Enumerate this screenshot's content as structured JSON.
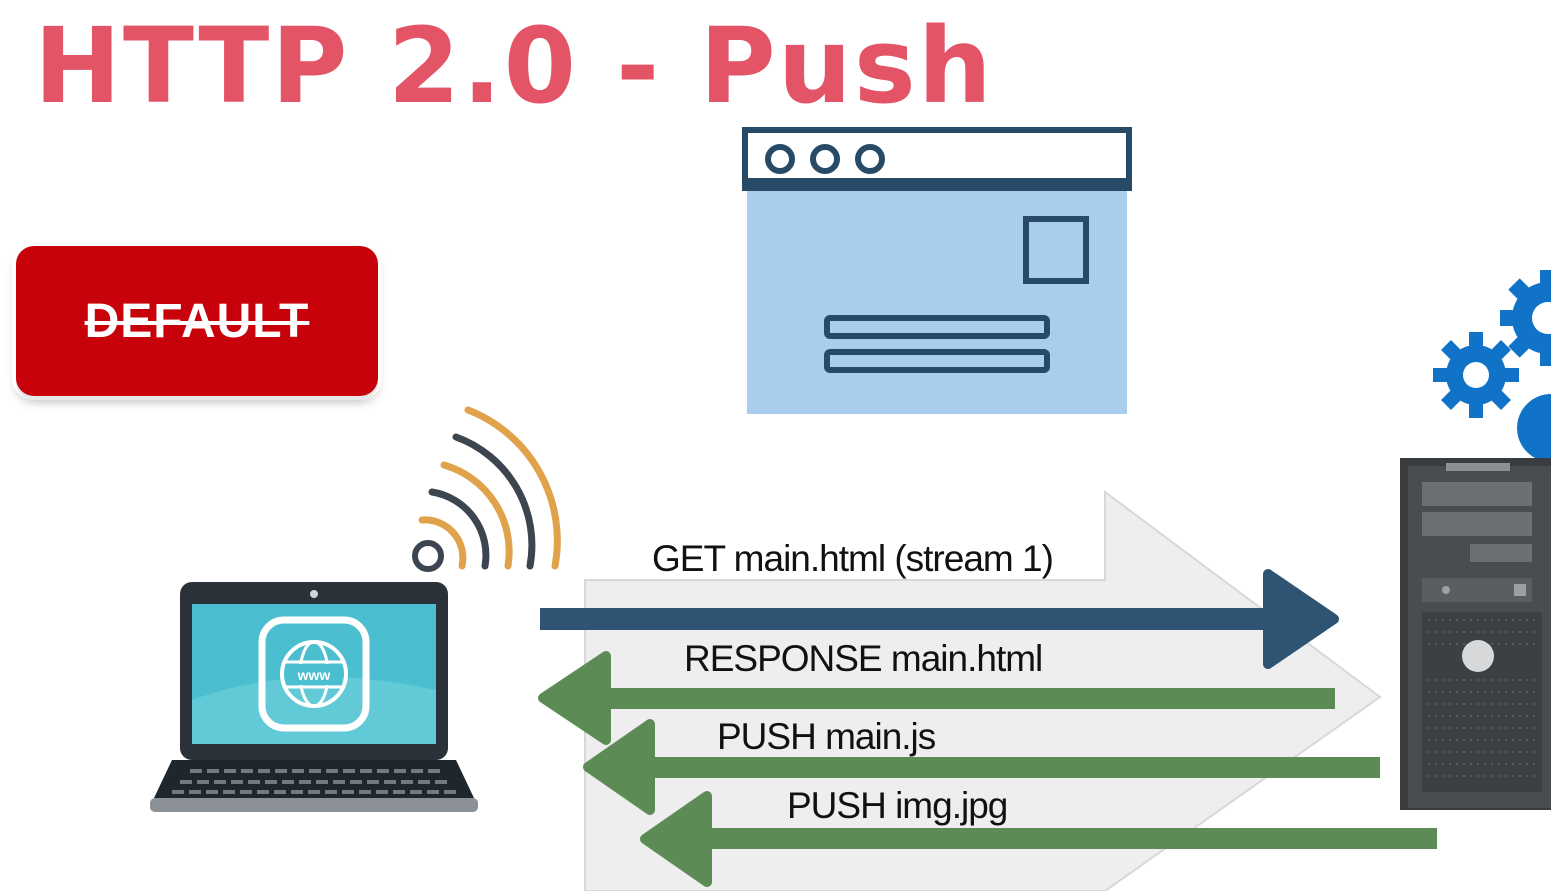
{
  "title": "HTTP 2.0 - Push",
  "badge": {
    "label": "DEFAULT"
  },
  "laptop": {
    "screen_text": "www"
  },
  "messages": [
    {
      "text": "GET main.html  (stream 1)",
      "direction": "client-to-server",
      "color": "#2f5373"
    },
    {
      "text": "RESPONSE main.html",
      "direction": "server-to-client",
      "color": "#5d8b55"
    },
    {
      "text": "PUSH main.js",
      "direction": "server-to-client",
      "color": "#5d8b55"
    },
    {
      "text": "PUSH img.jpg",
      "direction": "server-to-client",
      "color": "#5d8b55"
    }
  ],
  "colors": {
    "title": "#e35466",
    "badge": "#c8020a",
    "browser_fill": "#a9cdec",
    "browser_stroke": "#274a66",
    "gear": "#1173c8",
    "wifi_orange": "#e0a24a",
    "wifi_gray": "#3c4550"
  }
}
